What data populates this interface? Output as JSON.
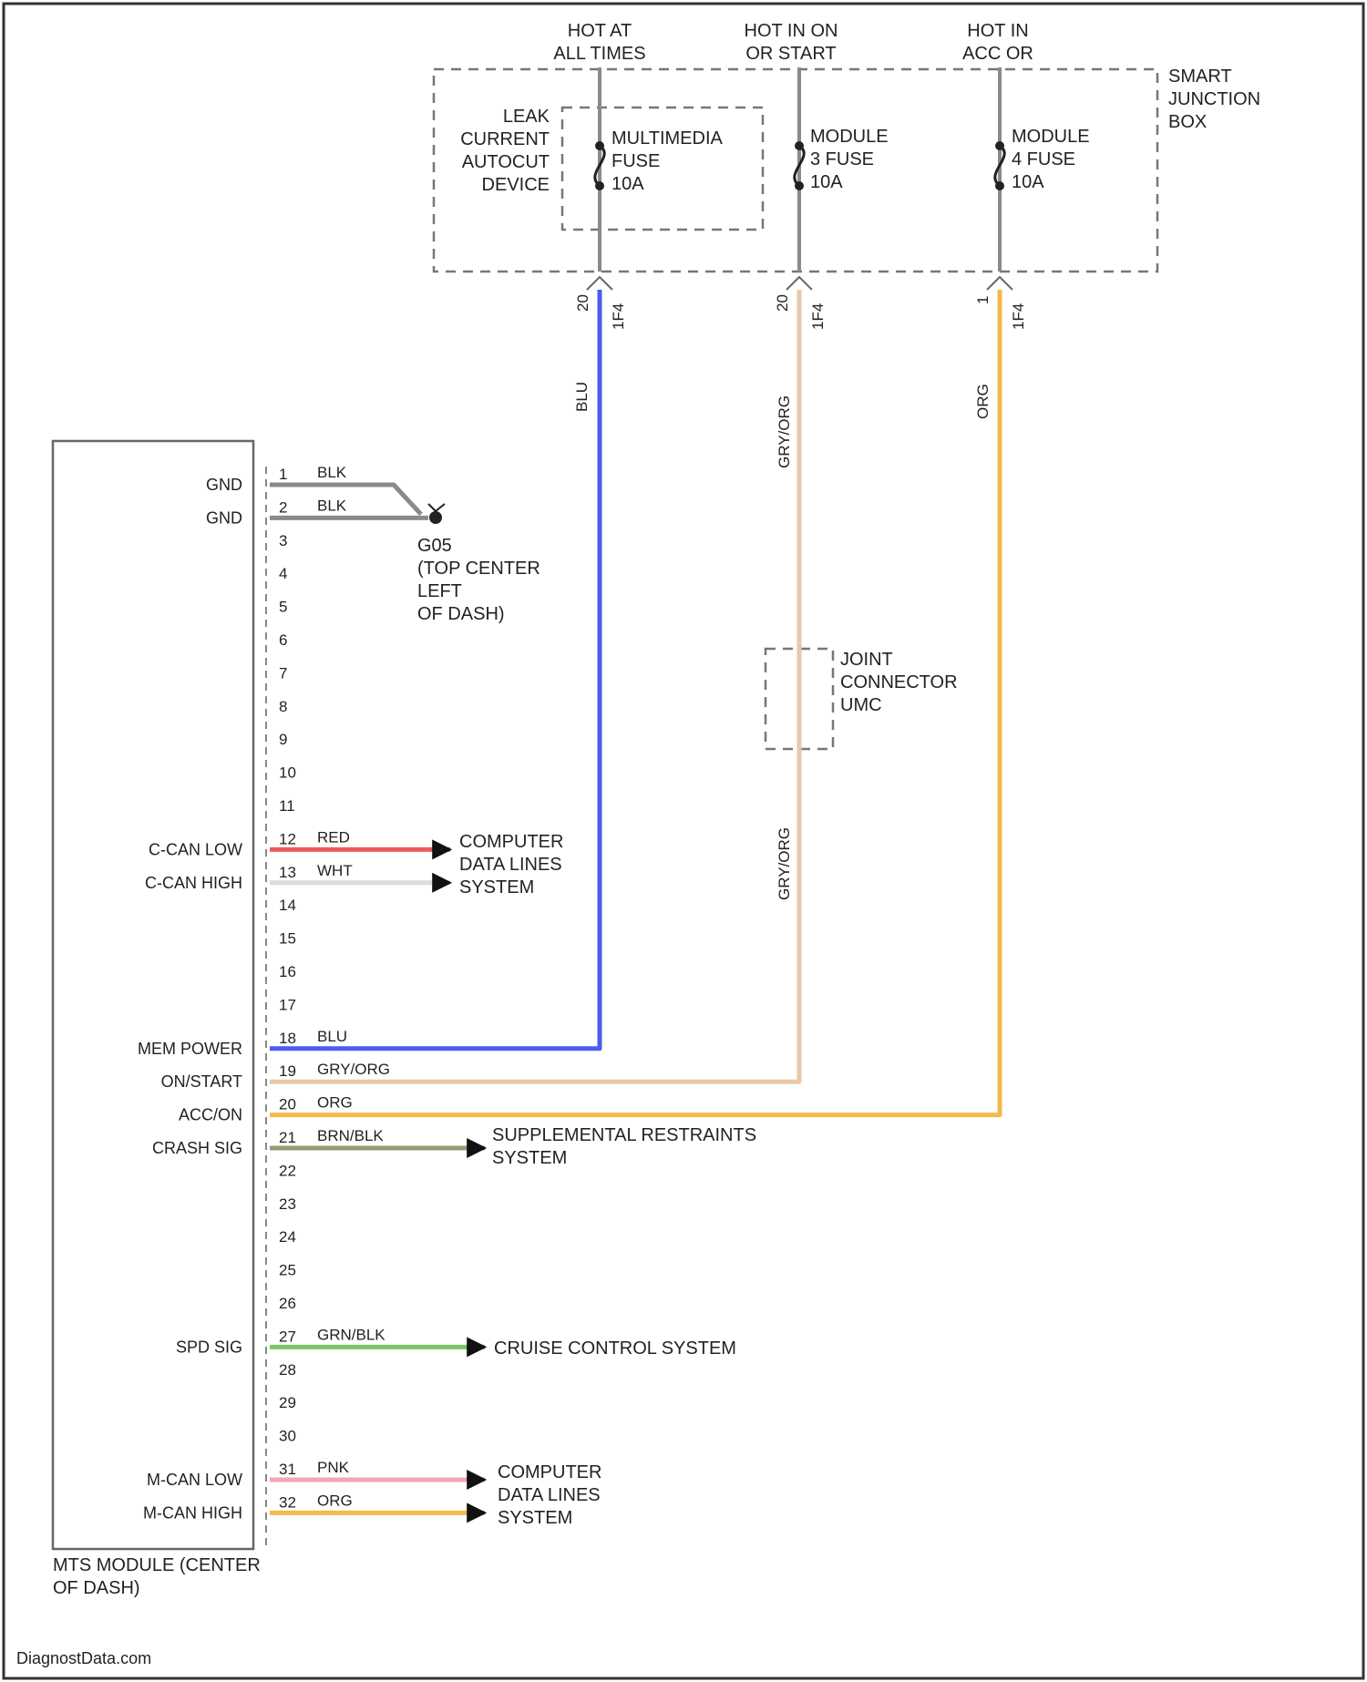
{
  "power_sources": [
    "HOT AT\nALL TIMES",
    "HOT IN ON\nOR START",
    "HOT IN\nACC OR"
  ],
  "junction_box": {
    "name": "SMART\nJUNCTION\nBOX",
    "leak_device": "LEAK\nCURRENT\nAUTOCUT\nDEVICE",
    "fuses": [
      {
        "label": "MULTIMEDIA\nFUSE\n10A",
        "conn": "20",
        "pin": "1F4",
        "wire": "BLU",
        "color": "#4a5cf2"
      },
      {
        "label": "MODULE\n3 FUSE\n10A",
        "conn": "20",
        "pin": "1F4",
        "wire": "GRY/ORG",
        "color": "#e8c9a8"
      },
      {
        "label": "MODULE\n4 FUSE\n10A",
        "conn": "1",
        "pin": "1F4",
        "wire": "ORG",
        "color": "#f5b94a"
      }
    ]
  },
  "ground": {
    "name": "G05",
    "label": "G05\n(TOP CENTER\nLEFT\nOF DASH)"
  },
  "joint_connector": "JOINT\nCONNECTOR\nUMC",
  "mid_wire_label": "GRY/ORG",
  "module": {
    "name": "MTS MODULE (CENTER\nOF DASH)"
  },
  "pins": [
    {
      "num": "1",
      "wire": "BLK",
      "signal": "GND",
      "color": "#8a8a8a"
    },
    {
      "num": "2",
      "wire": "BLK",
      "signal": "GND",
      "color": "#8a8a8a"
    },
    {
      "num": "3"
    },
    {
      "num": "4"
    },
    {
      "num": "5"
    },
    {
      "num": "6"
    },
    {
      "num": "7"
    },
    {
      "num": "8"
    },
    {
      "num": "9"
    },
    {
      "num": "10"
    },
    {
      "num": "11"
    },
    {
      "num": "12",
      "wire": "RED",
      "signal": "C-CAN LOW",
      "color": "#ef5a5a"
    },
    {
      "num": "13",
      "wire": "WHT",
      "signal": "C-CAN HIGH",
      "color": "#dcdcdc"
    },
    {
      "num": "14"
    },
    {
      "num": "15"
    },
    {
      "num": "16"
    },
    {
      "num": "17"
    },
    {
      "num": "18",
      "wire": "BLU",
      "signal": "MEM POWER",
      "color": "#4a5cf2"
    },
    {
      "num": "19",
      "wire": "GRY/ORG",
      "signal": "ON/START",
      "color": "#e8c9a8"
    },
    {
      "num": "20",
      "wire": "ORG",
      "signal": "ACC/ON",
      "color": "#f5b94a"
    },
    {
      "num": "21",
      "wire": "BRN/BLK",
      "signal": "CRASH SIG",
      "color": "#9a9a76"
    },
    {
      "num": "22"
    },
    {
      "num": "23"
    },
    {
      "num": "24"
    },
    {
      "num": "25"
    },
    {
      "num": "26"
    },
    {
      "num": "27",
      "wire": "GRN/BLK",
      "signal": "SPD SIG",
      "color": "#7cc46a"
    },
    {
      "num": "28"
    },
    {
      "num": "29"
    },
    {
      "num": "30"
    },
    {
      "num": "31",
      "wire": "PNK",
      "signal": "M-CAN LOW",
      "color": "#f2a6b8"
    },
    {
      "num": "32",
      "wire": "ORG",
      "signal": "M-CAN HIGH",
      "color": "#f5b94a"
    }
  ],
  "destinations": {
    "cdl_c": "COMPUTER\nDATA LINES\nSYSTEM",
    "srs": "SUPPLEMENTAL RESTRAINTS\nSYSTEM",
    "cruise": "CRUISE CONTROL SYSTEM",
    "cdl_m": "COMPUTER\nDATA LINES\nSYSTEM"
  },
  "footer": "DiagnostData.com"
}
